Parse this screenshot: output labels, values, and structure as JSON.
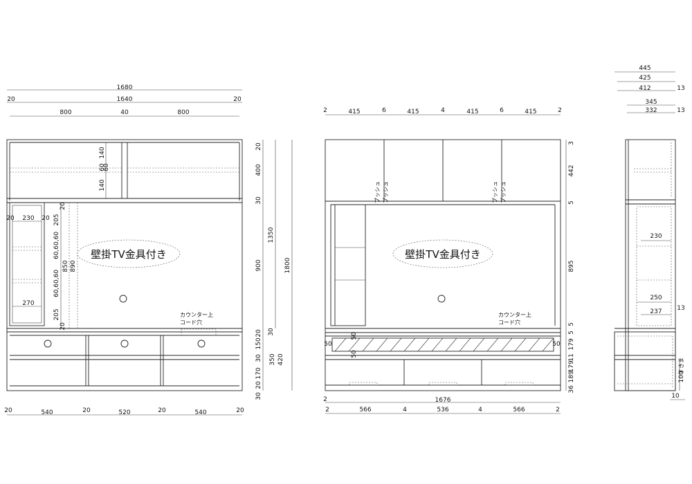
{
  "notes": {
    "wall_mount": "壁掛TV金具付き",
    "counter_top": "カウンター上",
    "cord_hole": "コード穴",
    "push": "プッシュ"
  },
  "front": {
    "overall_w": "1680",
    "side_l": "20",
    "inner_w": "1640",
    "side_r": "20",
    "upper_l": "800",
    "upper_mid": "40",
    "upper_r": "800",
    "bottom_l_side": "20",
    "bottom_w1": "540",
    "bottom_div1": "20",
    "bottom_w2": "520",
    "bottom_div2": "20",
    "bottom_w3": "540",
    "bottom_r_side": "20",
    "top_board": "20",
    "upper_h": "400",
    "mid_board": "30",
    "tv_h": "900",
    "counter_board": "20",
    "drawer_h": "150",
    "mid_rail": "30",
    "lower_h": "170",
    "base_board": "20",
    "plinth": "30",
    "total_upper": "1350",
    "total_h": "1800",
    "lower_total_a": "350",
    "lower_total_b": "420",
    "top30": "30",
    "shelf_140a": "140",
    "shelf_60a": "60",
    "shelf_60b": "60",
    "shelf_140b": "140",
    "niche_w_top": "230",
    "niche_w_bot": "270",
    "niche_20a": "20",
    "niche_20b": "20",
    "niche_20c": "20",
    "niche_20d": "20",
    "niche_205a": "205",
    "niche_205b": "205",
    "niche_60s": "60,60,60",
    "niche_60s_b": "60,60,60",
    "niche_850": "850",
    "niche_890": "890"
  },
  "doors": {
    "d_2a": "2",
    "d_415a": "415",
    "d_6a": "6",
    "d_415b": "415",
    "d_4": "4",
    "d_415c": "415",
    "d_6b": "6",
    "d_415d": "415",
    "d_2b": "2",
    "overall_1676": "1676",
    "b_2a": "2",
    "b_566a": "566",
    "b_4a": "4",
    "b_536": "536",
    "b_4b": "4",
    "b_566b": "566",
    "b_2b": "2",
    "r_3": "3",
    "r_442": "442",
    "r_5a": "5",
    "r_895": "895",
    "r_5b": "5",
    "r_5c": "5",
    "r_179a": "179",
    "r_11": "11",
    "r_179b": "179",
    "r_189": "189",
    "r_36": "36",
    "l_50a": "50",
    "l_50b": "50",
    "l_50c": "50",
    "l_50d": "50"
  },
  "side": {
    "d445": "445",
    "d425": "425",
    "d412": "412",
    "d13a": "13",
    "d345": "345",
    "d332": "332",
    "d13b": "13",
    "d230": "230",
    "d250": "250",
    "d237": "237",
    "d13c": "13",
    "d100": "100",
    "overhang": "すきま",
    "d10": "10"
  }
}
